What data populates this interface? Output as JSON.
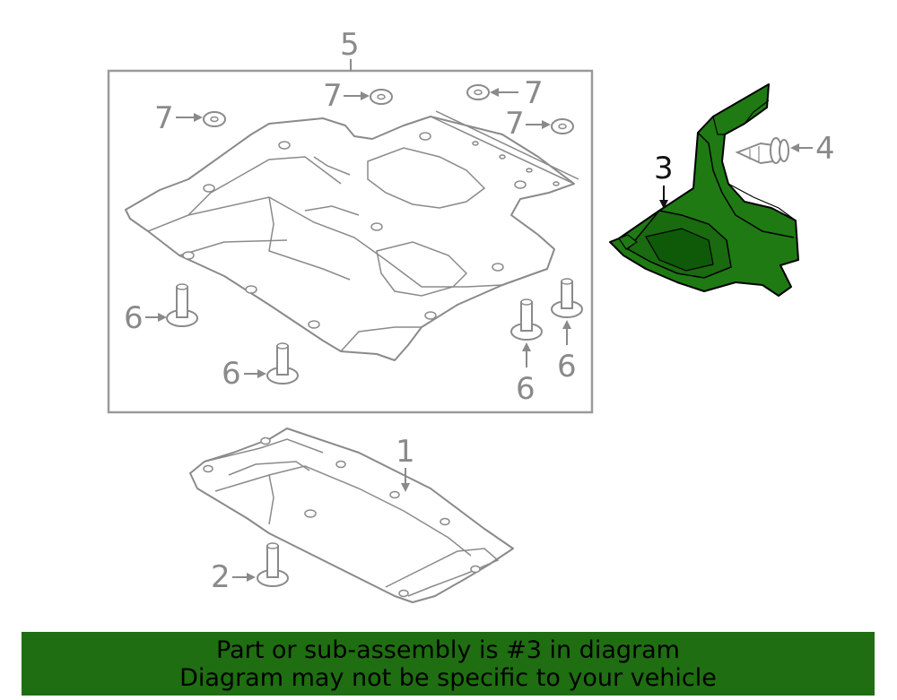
{
  "diagram": {
    "callouts": {
      "c1": "1",
      "c2": "2",
      "c3": "3",
      "c4": "4",
      "c5": "5",
      "c6a": "6",
      "c6b": "6",
      "c6c": "6",
      "c6d": "6",
      "c7a": "7",
      "c7b": "7",
      "c7c": "7",
      "c7d": "7"
    },
    "highlighted_part": "3",
    "colors": {
      "highlight_fill": "#1f7a14",
      "highlight_stroke": "#000000",
      "lineart": "#8a8a8a",
      "banner_bg": "#1f6e12"
    }
  },
  "banner": {
    "line1": "Part or sub-assembly is #3 in diagram",
    "line2": "Diagram may not be specific to your vehicle"
  }
}
